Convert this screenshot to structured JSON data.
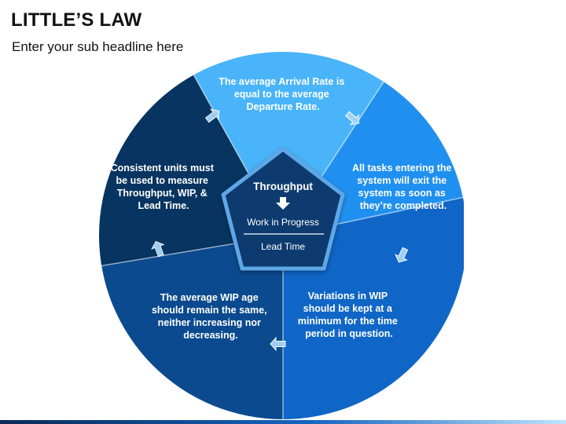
{
  "header": {
    "title": "LITTLE’S LAW",
    "subtitle": "Enter your sub headline here"
  },
  "colors": {
    "segment_top": "#49b4f9",
    "segment_right": "#2090f0",
    "segment_bottom_right": "#0f66c6",
    "segment_bottom_left": "#0b4a8f",
    "segment_left": "#073460",
    "center_fill": "#0b3b70",
    "center_border": "#5fa7e6",
    "arrow_fill": "#a9d4f5",
    "text": "#ffffff"
  },
  "segments": [
    {
      "id": "top",
      "lines": [
        "The average Arrival Rate is",
        "equal to the average",
        "Departure Rate."
      ]
    },
    {
      "id": "right",
      "lines": [
        "All tasks entering the",
        "system will exit the",
        "system as soon as",
        "they’re completed."
      ]
    },
    {
      "id": "bottom-right",
      "lines": [
        "Variations in WIP",
        "should be kept at a",
        "minimum for the time",
        "period in question."
      ]
    },
    {
      "id": "bottom-left",
      "lines": [
        "The average WIP age",
        "should remain the same,",
        "neither increasing nor",
        "decreasing."
      ]
    },
    {
      "id": "left",
      "lines": [
        "Consistent units must",
        "be used to measure",
        "Throughput, WIP, &",
        "Lead Time."
      ]
    }
  ],
  "center": {
    "title": "Throughput",
    "middle": "Work in Progress",
    "bottom": "Lead Time",
    "arrow_icon": "down-arrow-icon"
  },
  "arrows": [
    {
      "name": "arrow-left-to-top-icon",
      "direction": "up-right"
    },
    {
      "name": "arrow-top-to-right-icon",
      "direction": "down-right"
    },
    {
      "name": "arrow-right-to-bottom-right-icon",
      "direction": "down-left"
    },
    {
      "name": "arrow-bottom-right-to-bottom-left-icon",
      "direction": "left"
    },
    {
      "name": "arrow-bottom-left-to-left-icon",
      "direction": "up"
    }
  ]
}
